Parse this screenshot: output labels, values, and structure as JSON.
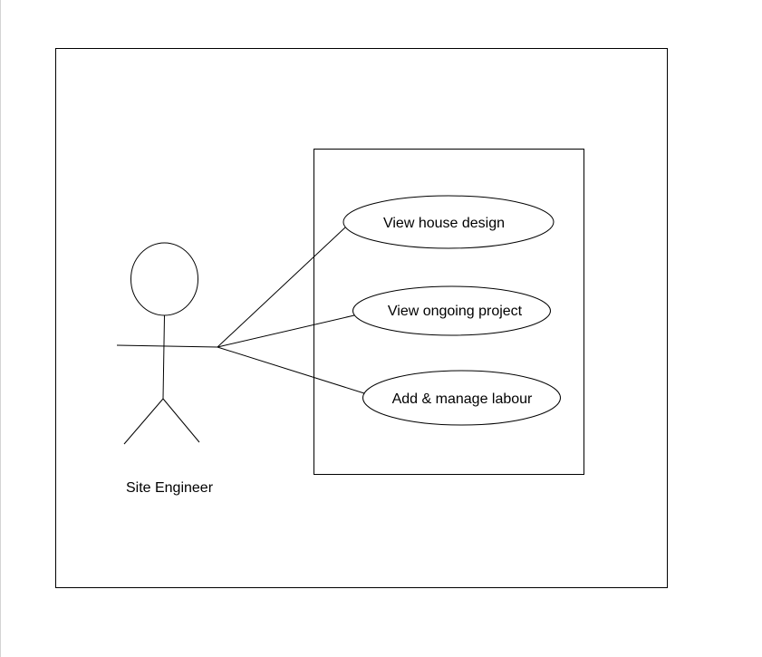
{
  "actor": {
    "name": "Site Engineer"
  },
  "use_cases": [
    {
      "label": "View house design"
    },
    {
      "label": "View ongoing project"
    },
    {
      "label": "Add & manage labour"
    }
  ],
  "colors": {
    "stroke": "#000000",
    "background": "#ffffff"
  }
}
